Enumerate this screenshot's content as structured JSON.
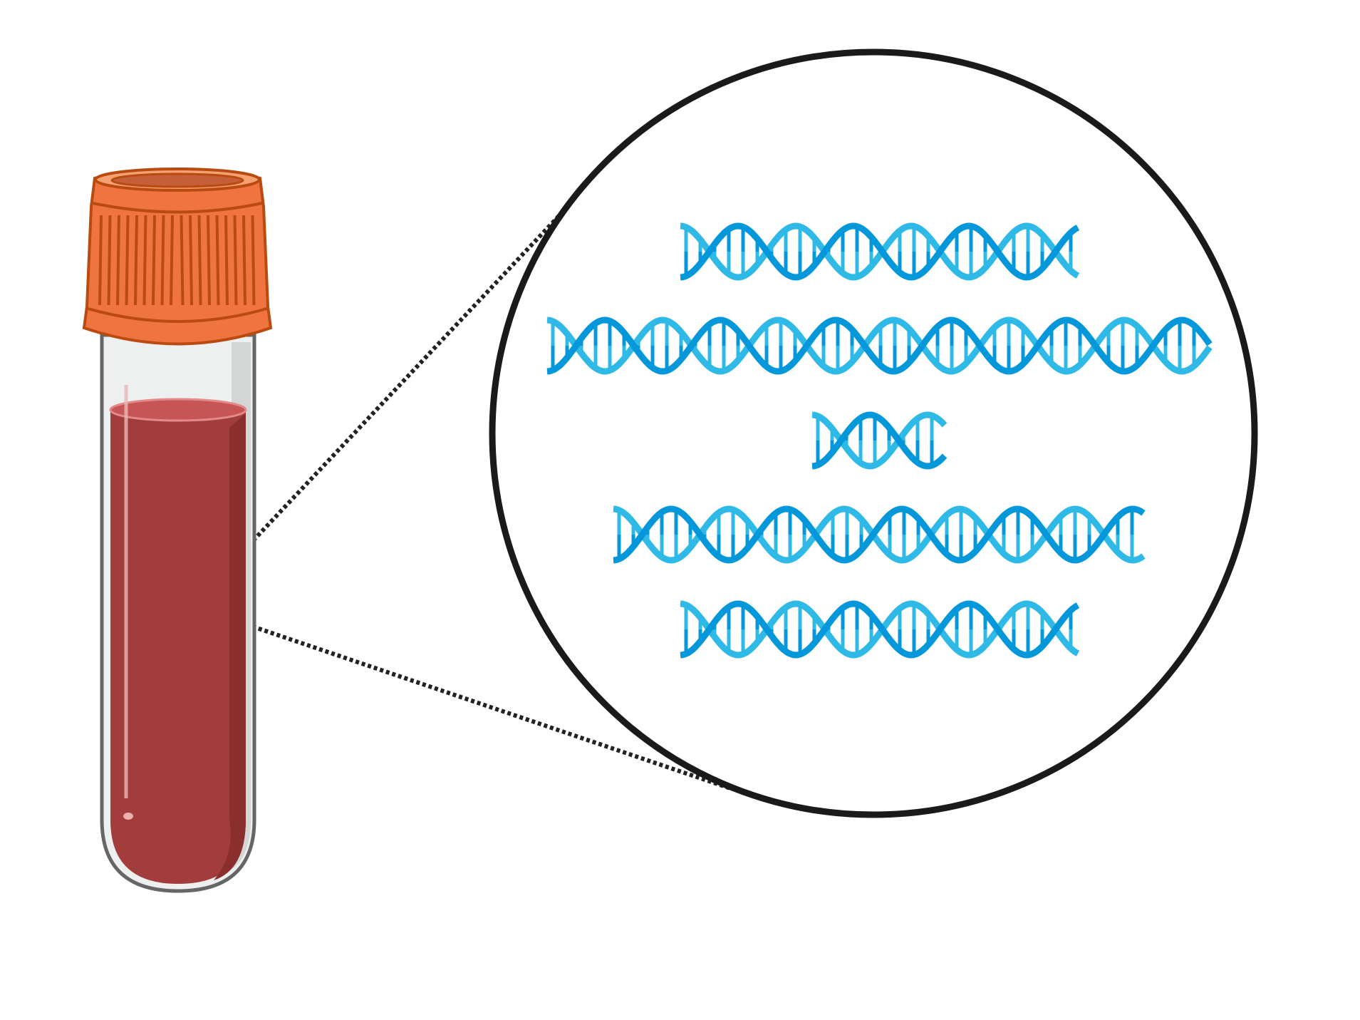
{
  "colors": {
    "cap": "#f07440",
    "cap_dark": "#b94a10",
    "blood": "#a33c3c",
    "blood_dark": "#8a2e2e",
    "glass": "#eef0ef",
    "dna_dark": "#0497d9",
    "dna_light": "#2fb9e6",
    "outline": "#1a1a1a"
  },
  "dna_fragments": [
    {
      "periods": 3.45
    },
    {
      "periods": 5.75
    },
    {
      "periods": 1.15
    },
    {
      "periods": 4.6
    },
    {
      "periods": 3.45
    }
  ]
}
